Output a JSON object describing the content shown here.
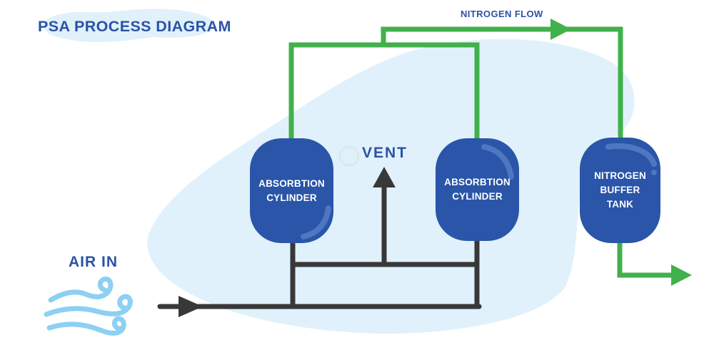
{
  "title": "PSA PROCESS DIAGRAM",
  "flow_labels": {
    "nitrogen_flow": "NITROGEN FLOW",
    "vent": "VENT",
    "air_in": "AIR IN"
  },
  "vessels": {
    "absorption_cylinder_1": {
      "label": "ABSORBTION CYLINDER"
    },
    "absorption_cylinder_2": {
      "label": "ABSORBTION CYLINDER"
    },
    "nitrogen_buffer_tank": {
      "label": "NITROGEN BUFFER TANK"
    }
  },
  "icons": {
    "wind": "wind-swirl-icon",
    "vent_port": "vent-port-circle-icon",
    "flow_arrows": "arrowhead-icon"
  },
  "colors": {
    "nitrogen_pipe_green": "#41b14b",
    "air_pipe_black": "#383838",
    "vessel_blue": "#2a55a8",
    "vessel_highlight_blue": "#4d77c0",
    "label_blue": "#2b52a7",
    "vessel_text_white": "#ffffff",
    "background_blob_blue": "#e0f1fb",
    "wind_icon_blue": "#8cd0f3",
    "vent_circle_gray": "#dbe5ee"
  }
}
